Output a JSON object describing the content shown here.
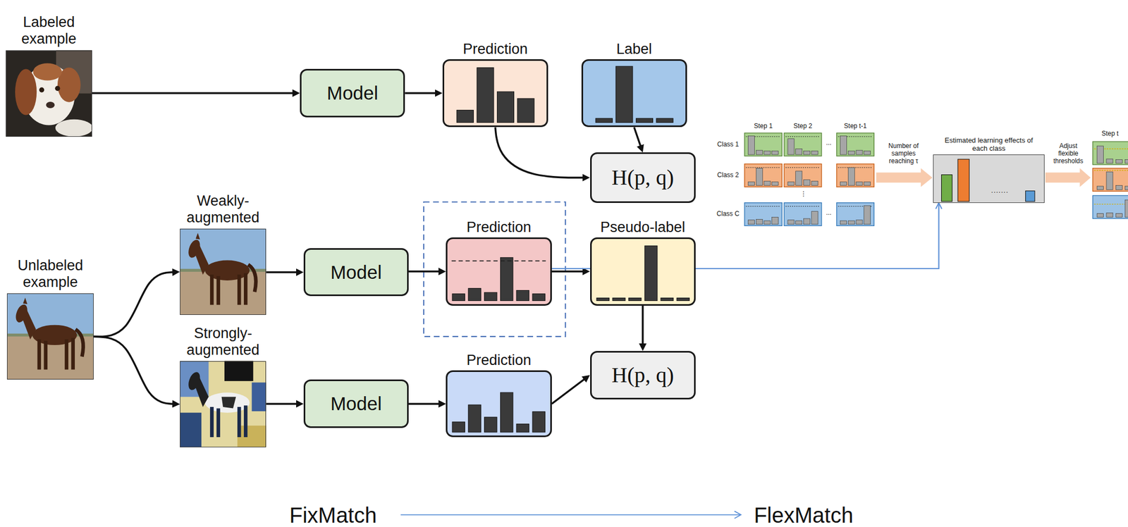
{
  "diagram": {
    "nodes": [
      {
        "text": [
          "Labeled example"
        ]
      },
      {
        "text": [
          "Model"
        ]
      },
      {
        "text": [
          "Prediction"
        ]
      },
      {
        "text": [
          "Label"
        ]
      },
      {
        "text": [
          "H(p, q)"
        ]
      },
      {
        "text": [
          "Unlabeled example"
        ]
      },
      {
        "text": [
          "Weakly-augmented"
        ]
      },
      {
        "text": [
          "Strongly-augmented"
        ]
      },
      {
        "text": [
          "Model"
        ]
      },
      {
        "text": [
          "Prediction"
        ]
      },
      {
        "text": [
          "Pseudo-label"
        ]
      },
      {
        "text": [
          "Model"
        ]
      },
      {
        "text": [
          "Prediction"
        ]
      },
      {
        "text": [
          "H(p, q)"
        ]
      },
      {
        "text": [
          "Estimated learning effects of each class",
          "......."
        ]
      }
    ],
    "edges": [
      {
        "from": 0,
        "to": 1,
        "arrow": "to"
      },
      {
        "from": 1,
        "to": 2,
        "arrow": "to"
      },
      {
        "from": 2,
        "to": 4,
        "arrow": "to"
      },
      {
        "from": 3,
        "to": 4,
        "arrow": "to"
      },
      {
        "from": 5,
        "to": 6,
        "arrow": "to"
      },
      {
        "from": 5,
        "to": 7,
        "arrow": "to"
      },
      {
        "from": 6,
        "to": 8,
        "arrow": "to"
      },
      {
        "from": 8,
        "to": 9,
        "arrow": "to"
      },
      {
        "from": 9,
        "to": 10,
        "arrow": "to"
      },
      {
        "from": 10,
        "to": 13,
        "arrow": "to"
      },
      {
        "from": 7,
        "to": 11,
        "arrow": "to"
      },
      {
        "from": 11,
        "to": 12,
        "arrow": "to"
      },
      {
        "from": 12,
        "to": 13,
        "arrow": "to"
      },
      {
        "from": 9,
        "to": 14,
        "arrow": "to"
      }
    ],
    "labels": [
      "Step 1",
      "Step 2",
      "Step t-1",
      "Class 1",
      "Class 2",
      "Class C",
      "...",
      "⋮",
      "...",
      "Number of samples reaching τ",
      "Adjust flexible thresholds",
      "Step t",
      "FixMatch",
      "FlexMatch"
    ]
  }
}
